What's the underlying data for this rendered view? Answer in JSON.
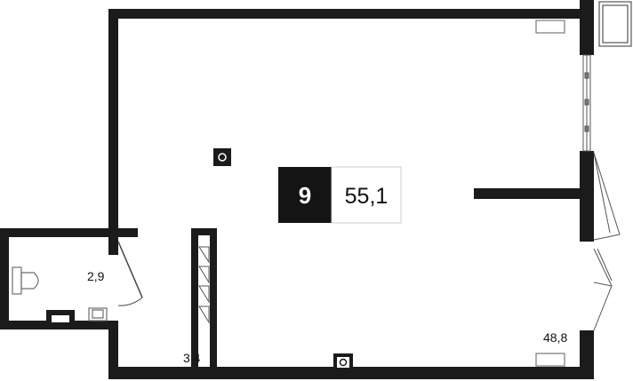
{
  "plan": {
    "unit_number": "9",
    "total_area": "55,1",
    "rooms": [
      {
        "label": "2,9"
      },
      {
        "label": "3,4"
      },
      {
        "label": "48,8"
      }
    ]
  },
  "colors": {
    "wall": "#1b1b1b",
    "background": "#ffffff",
    "badge_dark": "#141414",
    "fixture_stroke": "#6f6f6f"
  }
}
